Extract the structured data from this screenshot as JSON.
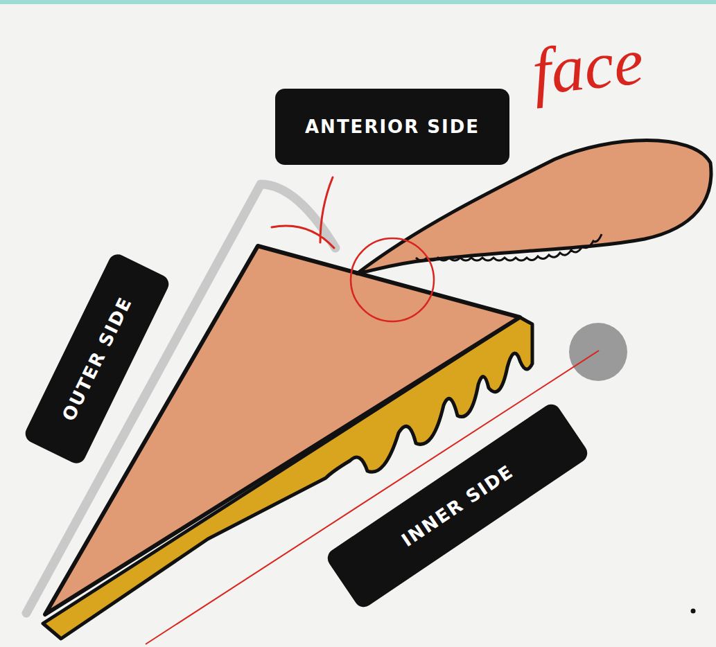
{
  "diagram": {
    "nodes": [
      {
        "text": [
          "ANTERIOR SIDE"
        ]
      },
      {
        "text": [
          "OUTER SIDE"
        ]
      },
      {
        "text": [
          "INNER SIDE"
        ]
      }
    ],
    "labels": [
      "face"
    ]
  }
}
